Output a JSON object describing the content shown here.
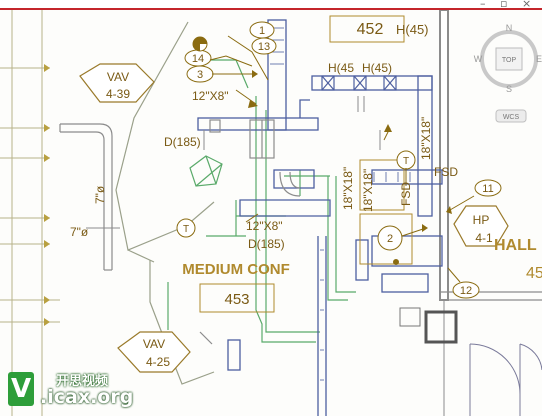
{
  "window": {
    "minimize_glyph": "–",
    "restore_glyph": "▫",
    "close_glyph": "×"
  },
  "viewcube": {
    "north": "N",
    "south": "S",
    "west": "W",
    "east": "E",
    "face": "TOP",
    "wcs": "WCS"
  },
  "room_tags": {
    "medium_conf_name": "MEDIUM CONF",
    "medium_conf_number": "453",
    "top_room_number": "452",
    "hall_name": "HALL",
    "hall_number_partial": "45"
  },
  "equipment_tags": {
    "vav_1_top": "VAV",
    "vav_1_bottom": "4-39",
    "vav_2_top": "VAV",
    "vav_2_bottom": "4-25",
    "hp_top": "HP",
    "hp_bottom": "4-1"
  },
  "duct_labels": {
    "duct_12x8_upper": "12\"X8\"",
    "duct_12x8_center": "12\"X8\"",
    "diffuser_185_left": "D(185)",
    "diffuser_185_center": "D(185)",
    "diffuser_45_top": "H(45)",
    "diffuser_45_left": "H(45",
    "diffuser_45_right": "H(45)",
    "duct_18x18_right": "18\"X18\"",
    "duct_18x18_center_a": "18\"X18\"",
    "duct_18x18_center_b": "18\"X18\"",
    "fsd_vertical": "FSD",
    "fsd_horizontal": "FSD",
    "dia_7": "7\"ø",
    "dia_7_left": "7\"ø"
  },
  "callouts": [
    "1",
    "13",
    "14",
    "3",
    "2",
    "11",
    "12"
  ],
  "thermostat_symbol": "T",
  "colors": {
    "room_tag": "#b08a2e",
    "duct_blue": "#4d5fa0",
    "duct_green": "#5aaa6a",
    "wall_gray": "#8c8c8c",
    "leader": "#8a6b10",
    "accent_red": "#c4252b"
  },
  "watermark": {
    "logo_letter": "V",
    "site_cn": "开思视频",
    "site_url": ".icax.org"
  }
}
